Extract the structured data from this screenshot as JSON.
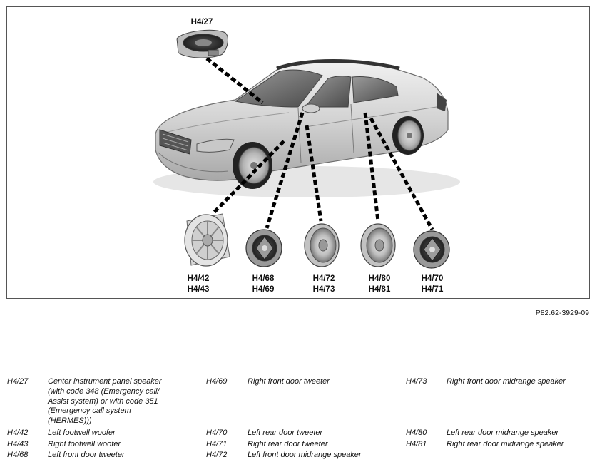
{
  "top_callout": "H4/27",
  "speaker_callouts": [
    {
      "line1": "H4/42",
      "line2": "H4/43"
    },
    {
      "line1": "H4/68",
      "line2": "H4/69"
    },
    {
      "line1": "H4/72",
      "line2": "H4/73"
    },
    {
      "line1": "H4/80",
      "line2": "H4/81"
    },
    {
      "line1": "H4/70",
      "line2": "H4/71"
    }
  ],
  "figure_reference": "P82.62-3929-09",
  "legend": {
    "col1": [
      {
        "code": "H4/27",
        "desc": [
          "Center instrument panel speaker",
          "(with code 348 (Emergency call/",
          "Assist system) or with code 351",
          "(Emergency call system",
          "(HERMES)))"
        ]
      },
      {
        "code": "H4/42",
        "desc": [
          "Left footwell woofer"
        ]
      },
      {
        "code": "H4/43",
        "desc": [
          "Right footwell woofer"
        ]
      },
      {
        "code": "H4/68",
        "desc": [
          "Left front door tweeter"
        ]
      }
    ],
    "col2": [
      {
        "code": "H4/69",
        "desc": [
          "Right front door tweeter"
        ]
      },
      {
        "code": "H4/70",
        "desc": [
          "Left rear door tweeter"
        ]
      },
      {
        "code": "H4/71",
        "desc": [
          "Right rear door tweeter"
        ]
      },
      {
        "code": "H4/72",
        "desc": [
          "Left front door midrange speaker"
        ]
      }
    ],
    "col3": [
      {
        "code": "H4/73",
        "desc": [
          "Right front door midrange speaker"
        ]
      },
      {
        "code": "H4/80",
        "desc": [
          "Left rear door midrange speaker"
        ]
      },
      {
        "code": "H4/81",
        "desc": [
          "Right rear door midrange speaker"
        ]
      }
    ]
  }
}
